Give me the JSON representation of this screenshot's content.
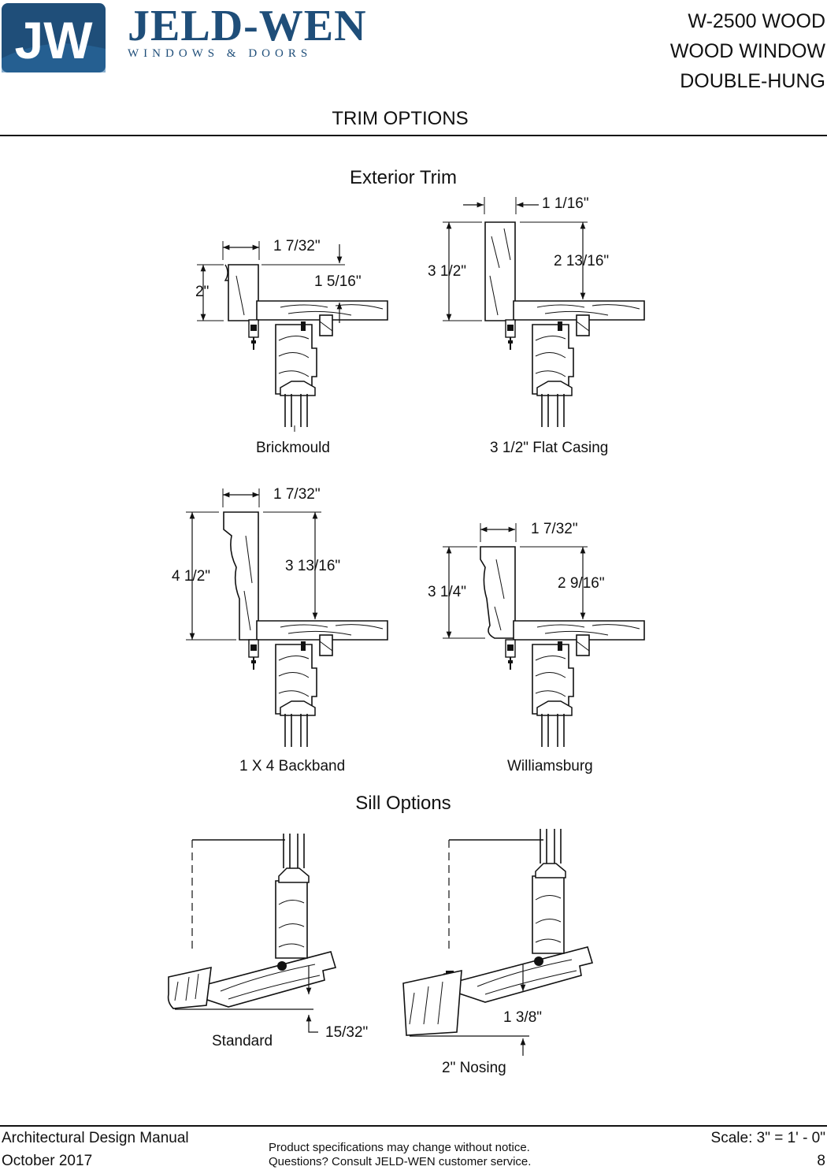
{
  "header": {
    "logo_mark": "JW",
    "brand_name": "JELD-WEN",
    "brand_tagline": "WINDOWS & DOORS",
    "product_lines": [
      "W-2500 WOOD",
      "WOOD WINDOW",
      "DOUBLE-HUNG"
    ],
    "page_title": "TRIM OPTIONS",
    "brand_color": "#1f4e79"
  },
  "exterior_trim": {
    "title": "Exterior Trim",
    "details": [
      {
        "caption": "Brickmould",
        "dims": [
          "1 7/32\"",
          "2\"",
          "1 5/16\""
        ]
      },
      {
        "caption": "3 1/2\" Flat Casing",
        "dims": [
          "1 1/16\"",
          "3 1/2\"",
          "2 13/16\""
        ]
      },
      {
        "caption": "1 X 4 Backband",
        "dims": [
          "1 7/32\"",
          "4 1/2\"",
          "3 13/16\""
        ]
      },
      {
        "caption": "Williamsburg",
        "dims": [
          "1 7/32\"",
          "3 1/4\"",
          "2 9/16\""
        ]
      }
    ]
  },
  "sill_options": {
    "title": "Sill Options",
    "details": [
      {
        "caption": "Standard",
        "dims": [
          "15/32\""
        ]
      },
      {
        "caption": "2\" Nosing",
        "dims": [
          "1 3/8\""
        ]
      }
    ]
  },
  "footer": {
    "manual": "Architectural Design Manual",
    "date": "October 2017",
    "notice_1": "Product specifications may change without notice.",
    "notice_2": "Questions? Consult JELD-WEN customer service.",
    "scale": "Scale: 3\" = 1' - 0\"",
    "page_number": "8"
  }
}
